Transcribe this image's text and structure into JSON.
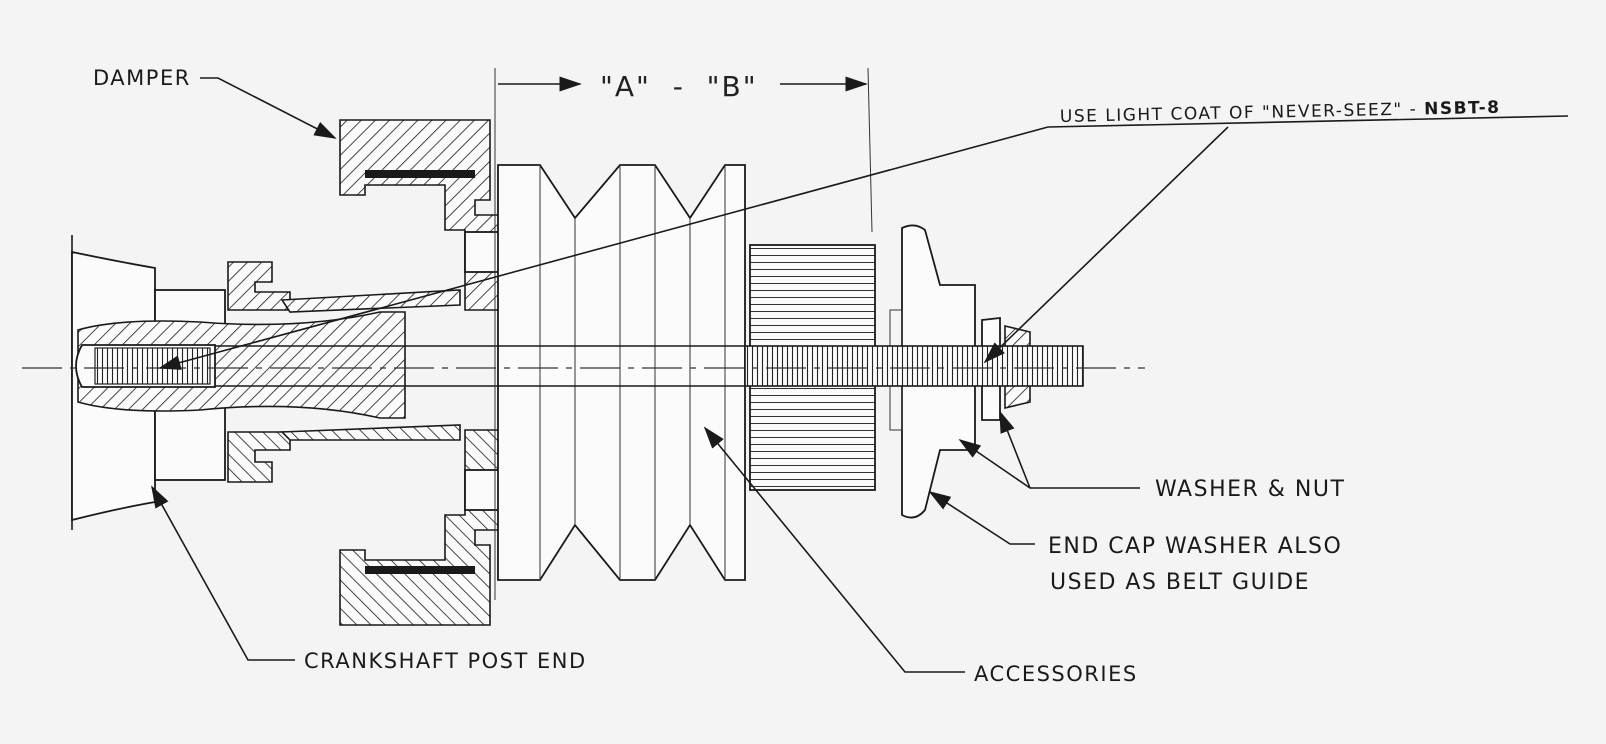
{
  "labels": {
    "damper": "DAMPER",
    "dimension": "\"A\"  -  \"B\"",
    "never_seez": "USE LIGHT COAT OF \"NEVER-SEEZ\" - ",
    "never_seez_part": "NSBT-8",
    "washer_nut": "WASHER & NUT",
    "end_cap_line1": "END CAP WASHER ALSO",
    "end_cap_line2": "USED AS BELT GUIDE",
    "crankshaft": "CRANKSHAFT POST END",
    "accessories": "ACCESSORIES"
  }
}
